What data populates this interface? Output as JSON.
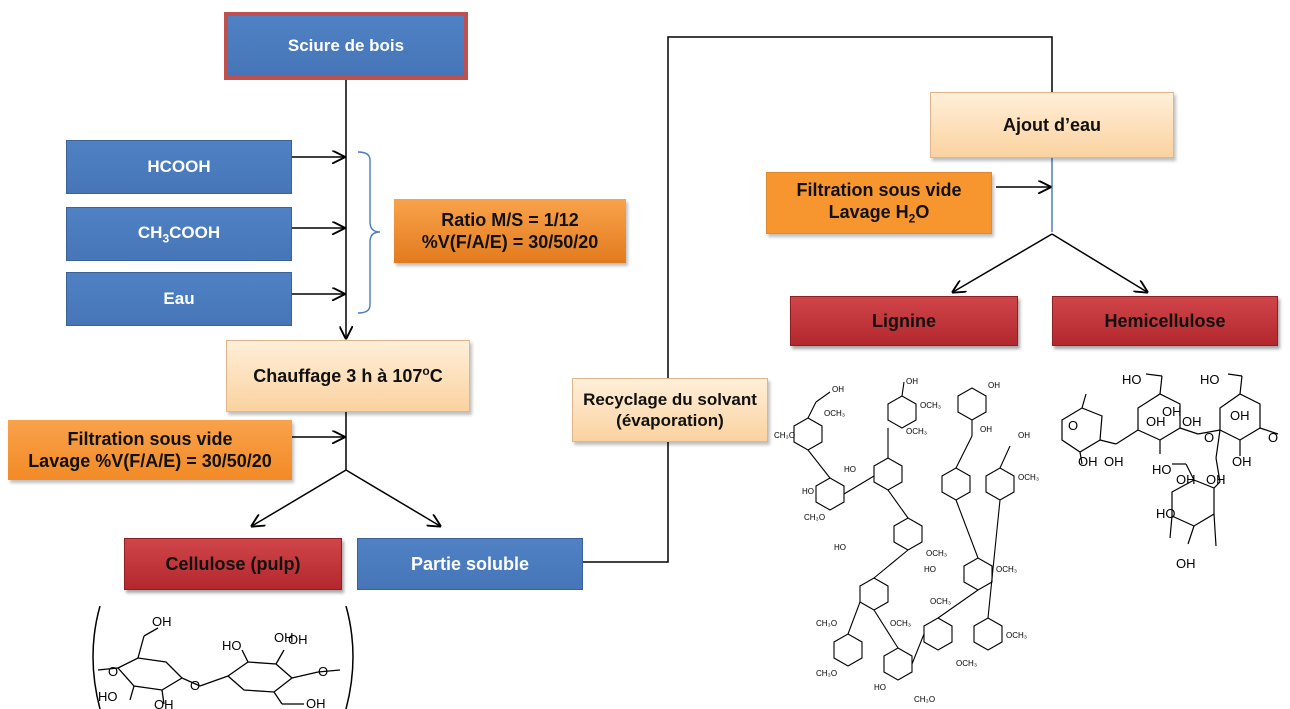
{
  "nodes": {
    "wood": "Sciure de bois",
    "hcooh": "HCOOH",
    "acetic_main": "CH",
    "acetic_sub": "3",
    "acetic_tail": "COOH",
    "water": "Eau",
    "ratio_line1": "Ratio M/S = 1/12",
    "ratio_line2": "%V(F/A/E) = 30/50/20",
    "heating_prefix": "Chauffage 3 h à 107",
    "heating_sup": "o",
    "heating_suffix": "C",
    "filtration1_line1": "Filtration sous vide",
    "filtration1_line2": "Lavage %V(F/A/E) = 30/50/20",
    "cellulose": "Cellulose (pulp)",
    "soluble": "Partie soluble",
    "recycling_line1": "Recyclage du solvant",
    "recycling_line2": "(évaporation)",
    "add_water": "Ajout d’eau",
    "filtration2_line1": "Filtration sous vide",
    "filtration2_line2_prefix": "Lavage H",
    "filtration2_line2_sub": "2",
    "filtration2_line2_suffix": "O",
    "lignin": "Lignine",
    "hemicellulose": "Hemicellulose"
  },
  "structure_labels": {
    "cellulose": [
      "OH",
      "HO",
      "OH",
      "HO",
      "O",
      "O",
      "O",
      "OH",
      "OH",
      "OH"
    ],
    "hemicellulose": [
      "HO",
      "OH",
      "HO",
      "OH",
      "OH",
      "OH",
      "OH",
      "OH",
      "HO",
      "OH",
      "HO",
      "OH",
      "OH",
      "OH",
      "O",
      "O",
      "O"
    ],
    "lignin": [
      "OH",
      "OH",
      "OH",
      "OH",
      "OH",
      "HO",
      "HO",
      "HO",
      "HO",
      "HO",
      "CH₃O",
      "CH₃O",
      "OCH₃",
      "OCH₃",
      "OCH₃",
      "OCH₃",
      "OCH₃",
      "OCH₃",
      "OCH₃",
      "OCH₃",
      "OCH₃",
      "OCH₃",
      "CH₃O",
      "CH₃O",
      "CH₃O"
    ]
  },
  "colors": {
    "wood_border": "#c0504d",
    "blue": "#4a7cbf",
    "red": "#c0383d",
    "orange": "#f7962f",
    "peach": "#fcd9ae",
    "bracket": "#4a7cbf"
  }
}
